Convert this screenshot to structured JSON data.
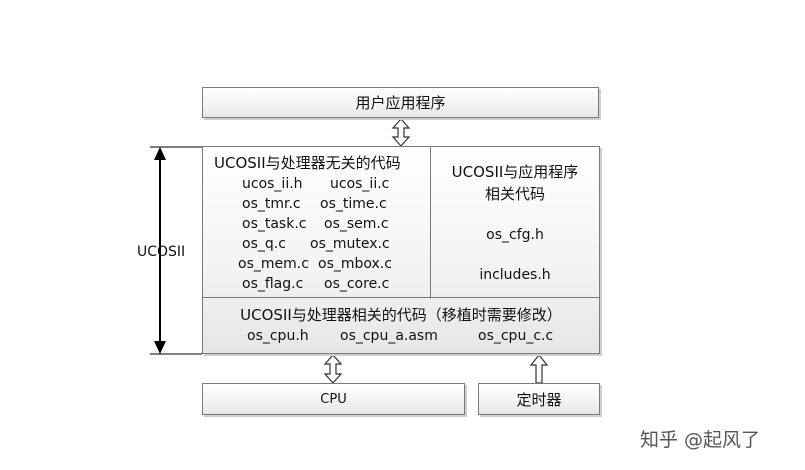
{
  "app_layer": {
    "label": "用户应用程序"
  },
  "independent": {
    "title": "UCOSII与处理器无关的代码",
    "files": [
      [
        "ucos_ii.h",
        "ucos_ii.c"
      ],
      [
        "os_tmr.c",
        "os_time.c"
      ],
      [
        "os_task.c",
        "os_sem.c"
      ],
      [
        "os_q.c",
        "os_mutex.c"
      ],
      [
        "os_mem.c",
        "os_mbox.c"
      ],
      [
        "os_flag.c",
        "os_core.c"
      ]
    ]
  },
  "app_related": {
    "title_line1": "UCOSII与应用程序",
    "title_line2": "相关代码",
    "files": [
      "os_cfg.h",
      "includes.h"
    ]
  },
  "dependent": {
    "title": "UCOSII与处理器相关的代码（移植时需要修改）",
    "files": [
      "os_cpu.h",
      "os_cpu_a.asm",
      "os_cpu_c.c"
    ]
  },
  "cpu": {
    "label": "CPU"
  },
  "timer": {
    "label": "定时器"
  },
  "side_label": "UCOSII",
  "watermark": "知乎 @起风了"
}
